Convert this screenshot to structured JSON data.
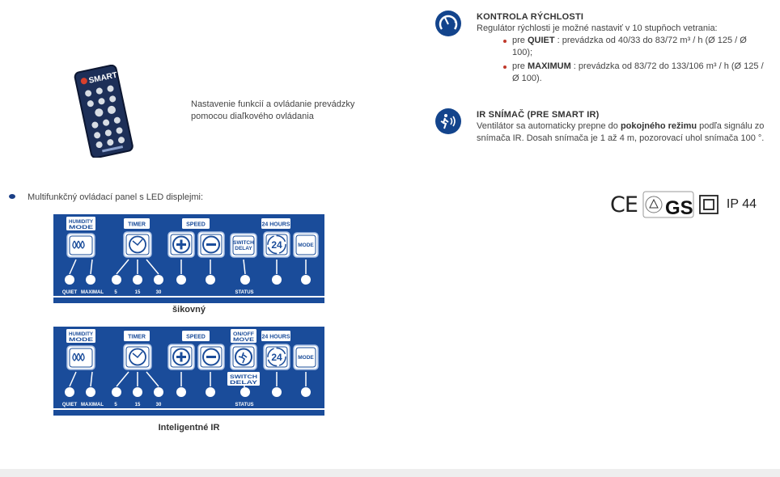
{
  "remote": {
    "brand_text": "SMART",
    "caption_line1": "Nastavenie funkcií a ovládanie prevádzky",
    "caption_line2": "pomocou diaľkového ovládania"
  },
  "panel_section": {
    "bullet_text": "Multifunkčný ovládací panel s LED displejmi:"
  },
  "panels": [
    {
      "caption": "šikovný",
      "top_labels": {
        "humidity": [
          "HUMIDITY",
          "MODE"
        ],
        "timer": "TIMER",
        "speed": "SPEED",
        "hours": "24 HOURS",
        "onoff": null
      },
      "buttons": {
        "switch_delay": [
          "SWITCH",
          "DELAY"
        ],
        "mode": "MODE",
        "hours_icon": "24"
      },
      "led_labels": {
        "quiet": "QUIET",
        "maximal": "MAXIMAL",
        "t5": "5",
        "t15": "15",
        "t30": "30",
        "status": "STATUS"
      }
    },
    {
      "caption": "Inteligentné IR",
      "top_labels": {
        "humidity": [
          "HUMIDITY",
          "MODE"
        ],
        "timer": "TIMER",
        "speed": "SPEED",
        "hours": "24 HOURS",
        "onoff": [
          "ON/OFF",
          "MOVE"
        ]
      },
      "buttons": {
        "switch_delay": [
          "SWITCH",
          "DELAY"
        ],
        "mode": "MODE",
        "hours_icon": "24"
      },
      "led_labels": {
        "quiet": "QUIET",
        "maximal": "MAXIMAL",
        "t5": "5",
        "t15": "15",
        "t30": "30",
        "status": "STATUS"
      }
    }
  ],
  "features": [
    {
      "icon": "speedometer-icon",
      "title": "KONTROLA RÝCHLOSTI",
      "body": "Regulátor rýchlosti je možné nastaviť v 10 stupňoch vetrania:",
      "items": [
        {
          "prefix": "pre ",
          "bold": "QUIET",
          "rest": " : prevádzka od 40/33 do 83/72 m³ / h (Ø 125 / Ø 100);"
        },
        {
          "prefix": "pre ",
          "bold": "MAXIMUM",
          "rest": " : prevádzka od 83/72 do 133/106 m³ / h (Ø 125 / Ø 100)."
        }
      ]
    },
    {
      "icon": "motion-sensor-icon",
      "title": "IR SNÍMAČ (PRE SMART IR)",
      "body_before": "Ventilátor sa automaticky prepne do ",
      "body_bold": "pokojného režimu",
      "body_after": " podľa signálu zo snímača IR. Dosah snímača je 1 až 4 m, pozorovací uhol snímača 100 °."
    }
  ],
  "certifications": {
    "ce": "CE",
    "gs": "GS",
    "ip": "IP 44"
  },
  "colors": {
    "panel_blue": "#1a4c9a",
    "accent": "#13448c",
    "bullet_red": "#c0392b"
  }
}
